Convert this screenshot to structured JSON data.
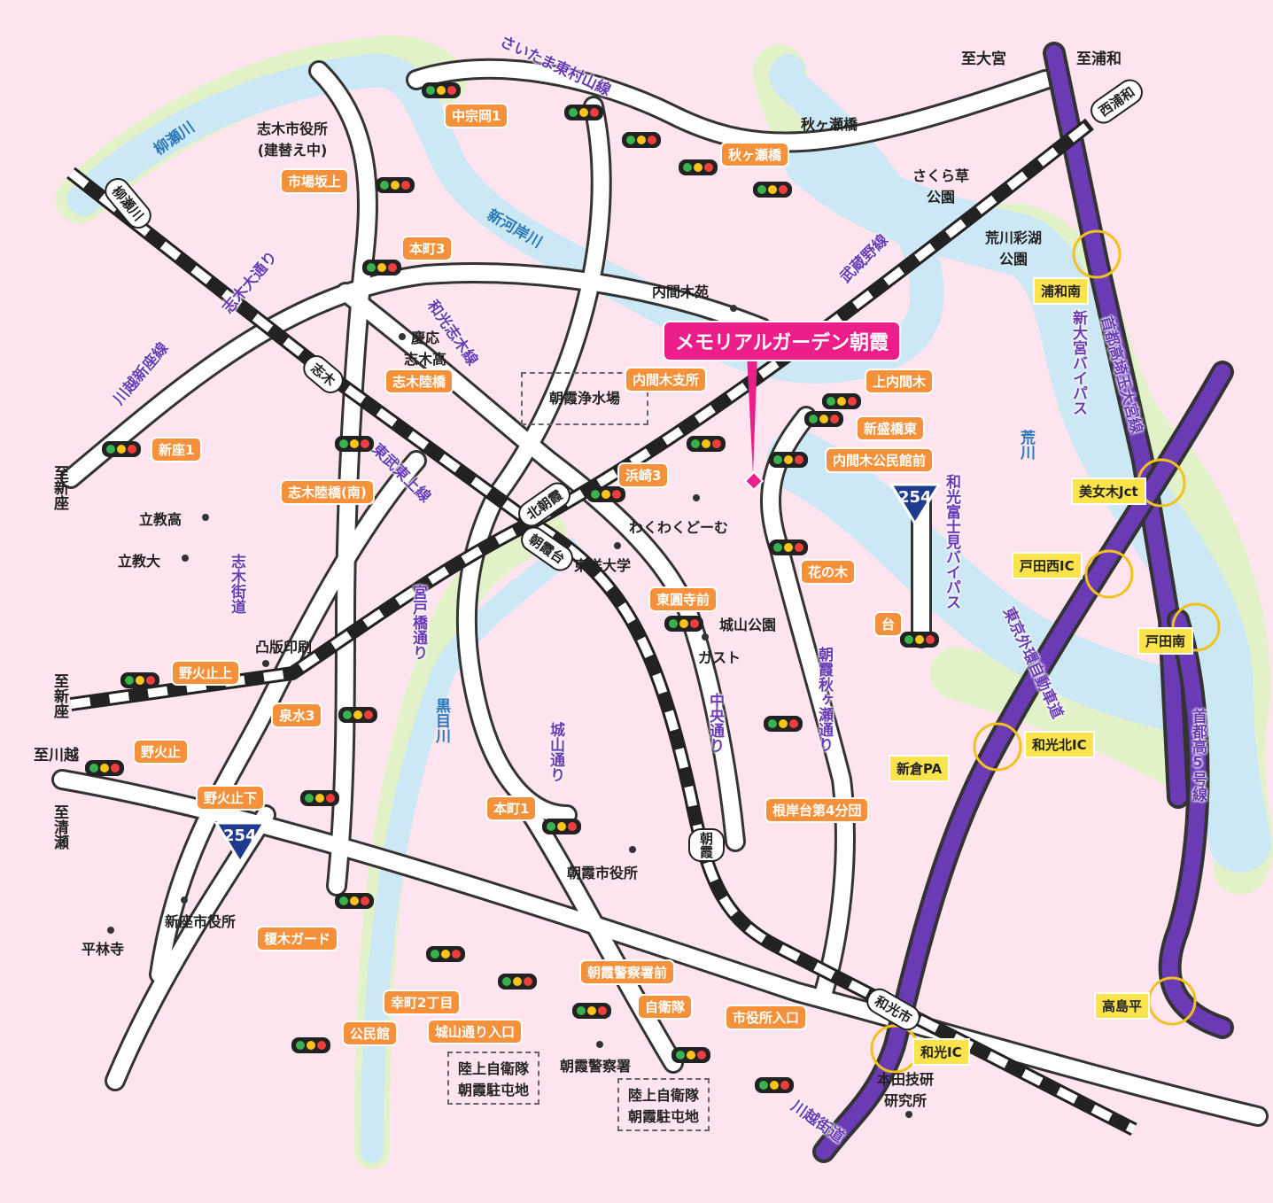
{
  "colors": {
    "background": "#fde4ee",
    "river": "#cde8f5",
    "park": "#e2f2c8",
    "road": "#ffffff",
    "expressway": "#6a3bb4",
    "highlight": "#ec1e8a",
    "signal_label": "#f5913b",
    "ic_label": "#fbe34c"
  },
  "destination": {
    "label": "メモリアルガーデン朝霞"
  },
  "directions": {
    "omiya": "至大宮",
    "urawa": "至浦和",
    "niiza_1": "至新座",
    "niiza_2": "至新座",
    "kawagoe": "至川越",
    "kiyose": "至清瀬"
  },
  "stations": {
    "yanasegawa": "柳瀬川",
    "shiki": "志木",
    "kitaasaka": "北朝霞",
    "asakadai": "朝霞台",
    "asaka": "朝霞",
    "wakoshi": "和光市",
    "nishiurawa": "西浦和"
  },
  "rail_lines": {
    "musashino": "武蔵野線",
    "tobu_tojo": "東武東上線"
  },
  "roads": {
    "saitama_higashimurayama": "さいたま東村山線",
    "shiki_odori": "志木大通り",
    "kawagoe_niiza": "川越新座線",
    "wako_shiki": "和光志木線",
    "shiki_kaido": "志木街道",
    "miyatobashi": "宮戸橋通り",
    "joyama": "城山通り",
    "chuo": "中央通り",
    "asaka_akigase": "朝霞秋ヶ瀬通り",
    "wako_fujimi": "和光富士見バイパス",
    "shin_omiya": "新大宮バイパス",
    "kawagoe_kaido": "川越街道",
    "gaikan": "東京外環自動車道",
    "saitama_omiya_line": "首都高埼玉大宮線",
    "route5": "首都高5号線",
    "route254_a": "254",
    "route254_b": "254"
  },
  "rivers": {
    "yanase": "柳瀬川",
    "shinkagishi": "新河岸川",
    "arakawa": "荒川",
    "kurome": "黒目川"
  },
  "places": {
    "shiki_city_hall": "志木市役所\n(建替え中)",
    "akigasebashi_bridge": "秋ヶ瀬橋",
    "sakurasou_park": "さくら草\n公園",
    "arakawa_park": "荒川彩湖\n公園",
    "uchimagi_en": "内間木苑",
    "keio_shiki": "慶応\n志木高",
    "asaka_josui": "朝霞浄水場",
    "wakuwaku": "わくわくどーむ",
    "toyo_univ": "東洋大学",
    "joyama_park": "城山公園",
    "gusto": "ガスト",
    "rikkyo_high": "立教高",
    "rikkyo_univ": "立教大",
    "toppan": "凸版印刷",
    "asaka_city_hall": "朝霞市役所",
    "niiza_city_hall": "新座市役所",
    "heirinji": "平林寺",
    "police": "朝霞警察署",
    "jsdf_1": "陸上自衛隊\n朝霞駐屯地",
    "jsdf_2": "陸上自衛隊\n朝霞駐屯地",
    "honda": "本田技研\n研究所"
  },
  "signals": [
    "中宗岡1",
    "秋ヶ瀬橋",
    "市場坂上",
    "本町3",
    "志木陸橋",
    "内間木支所",
    "上内間木",
    "新盛橋東",
    "内間木公民館前",
    "新座1",
    "志木陸橋(南)",
    "浜崎3",
    "花の木",
    "東圓寺前",
    "台",
    "野火止上",
    "泉水3",
    "野火止",
    "野火止下",
    "根岸台第4分団",
    "本町1",
    "榎木ガード",
    "朝霞警察署前",
    "自衛隊",
    "幸町2丁目",
    "市役所入口",
    "城山通り入口",
    "公民館"
  ],
  "interchanges": [
    "浦和南",
    "美女木Jct",
    "戸田西IC",
    "戸田南",
    "和光北IC",
    "新倉PA",
    "高島平",
    "和光IC"
  ]
}
